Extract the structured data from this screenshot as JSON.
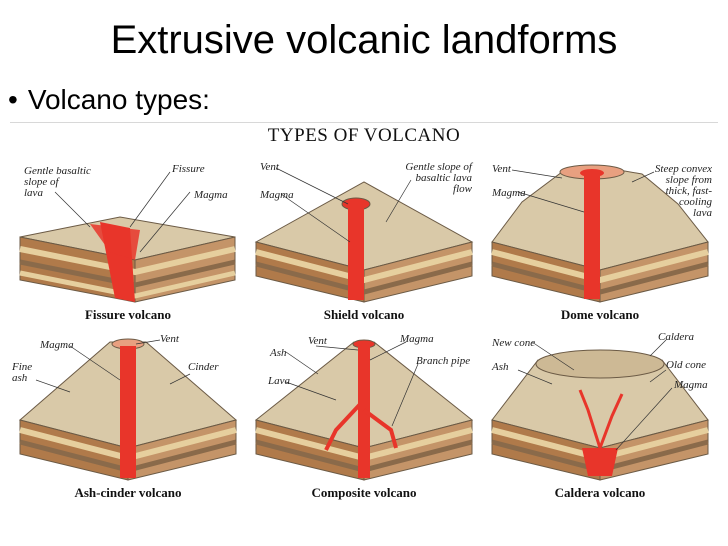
{
  "slide": {
    "title": "Extrusive volcanic landforms",
    "bullet": "Volcano types:"
  },
  "figure": {
    "title": "TYPES OF VOLCANO",
    "panels": [
      {
        "caption": "Fissure volcano",
        "labels": [
          "Gentle basaltic\nslope of\nlava",
          "Fissure",
          "Magma"
        ]
      },
      {
        "caption": "Shield volcano",
        "labels": [
          "Vent",
          "Magma",
          "Gentle slope of\nbasaltic lava\nflow"
        ]
      },
      {
        "caption": "Dome volcano",
        "labels": [
          "Vent",
          "Magma",
          "Steep convex\nslope from\nthick, fast-\ncooling\nlava"
        ]
      },
      {
        "caption": "Ash-cinder volcano",
        "labels": [
          "Magma",
          "Vent",
          "Fine\nash",
          "Cinder"
        ]
      },
      {
        "caption": "Composite volcano",
        "labels": [
          "Vent",
          "Magma",
          "Ash",
          "Branch pipe",
          "Lava"
        ]
      },
      {
        "caption": "Caldera volcano",
        "labels": [
          "New cone",
          "Caldera",
          "Ash",
          "Old cone",
          "Magma"
        ]
      }
    ]
  },
  "colors": {
    "magma": "#e8352a",
    "rock_top": "#d9c9a8",
    "strata": [
      "#b07a4a",
      "#d8b48a",
      "#8a6a4a",
      "#e6cf9e",
      "#9c8770"
    ]
  }
}
